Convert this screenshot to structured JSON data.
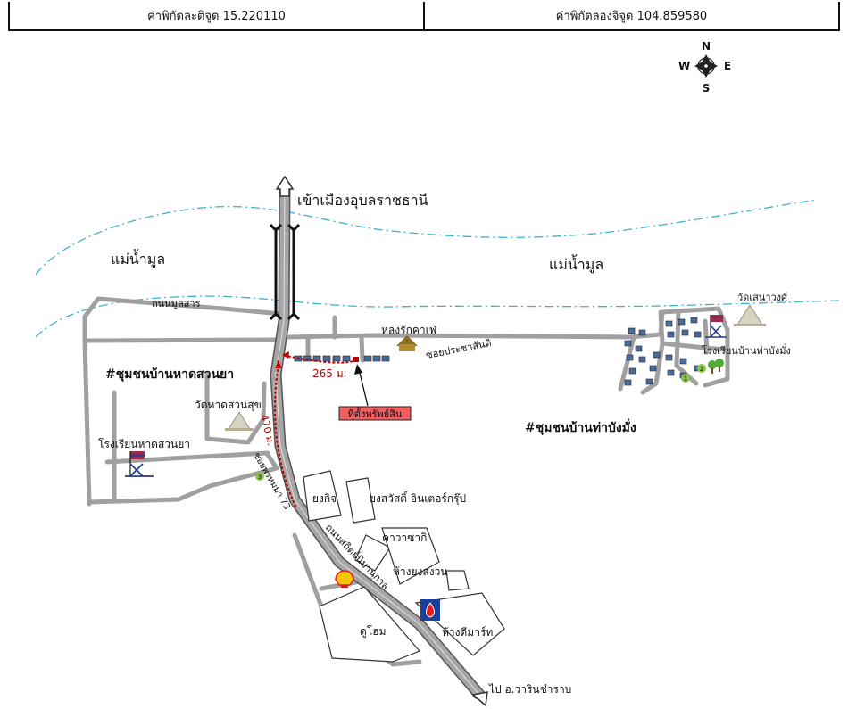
{
  "coords": {
    "latitude_label": "ค่าพิกัดละติจูด 15.220110",
    "longitude_label": "ค่าพิกัดลองจิจูด 104.859580"
  },
  "compass": {
    "n": "N",
    "s": "S",
    "e": "E",
    "w": "W"
  },
  "labels": {
    "to_city": "เข้าเมืองอุบลราชธานี",
    "river_left": "แม่น้ำมูล",
    "river_right": "แม่น้ำมูล",
    "road_moonsan": "ถนนมูลสาร",
    "lane_prachasanti": "ซอยประชาสันติ",
    "cafe": "หลงรักคาเฟ่",
    "community_left": "#ชุมชนบ้านหาดสวนยา",
    "community_right": "#ชุมชนบ้านท่าบังมั่ง",
    "temple_left": "วัดหาดสวนสุข",
    "school_left": "โรงเรียนหาดสวนยา",
    "temple_right": "วัดเสนาวงศ์",
    "school_right": "โรงเรียนบ้านท่าบังมั่ง",
    "dist_265": "265 ม.",
    "dist_470": "470 ม.",
    "property": "ที่ตั้งทรัพย์สิน",
    "soi73": "ซอยพรหมมา 73",
    "main_road": "ถนนสถิตย์นิมานกาล",
    "yongkij": "ยงกิจ",
    "yongsawat": "ยงสวัสดิ์ อินเตอร์กรุ๊ป",
    "kawasaki": "คาวาซากิ",
    "hang_yongsuan": "ห้างยงสงวน",
    "duhome": "ดูโฮม",
    "hang_deemart": "ห้างดีมาร์ท",
    "to_warin": "ไป อ.วารินชำราบ"
  },
  "markers": {
    "marker_1": "1",
    "marker_2": "2",
    "marker_3": "3"
  },
  "icons": {
    "compass": "compass-rose-icon",
    "temple": "temple-icon",
    "school": "school-flag-icon",
    "cafe": "house-icon",
    "shell": "shell-station-icon",
    "ptt": "ptt-station-icon",
    "tree": "tree-icon"
  },
  "colors": {
    "road_fill": "#a6a6a6",
    "road_edge": "#555555",
    "river_line": "#3fb0d4",
    "distance_red": "#c00000",
    "property_box": "#f06060",
    "cafe_roof": "#8a6d1f",
    "ptt_blue": "#1b3f9a",
    "shell_yellow": "#f7c600",
    "shell_red": "#e11b22",
    "marker_green": "#8bc34a"
  }
}
